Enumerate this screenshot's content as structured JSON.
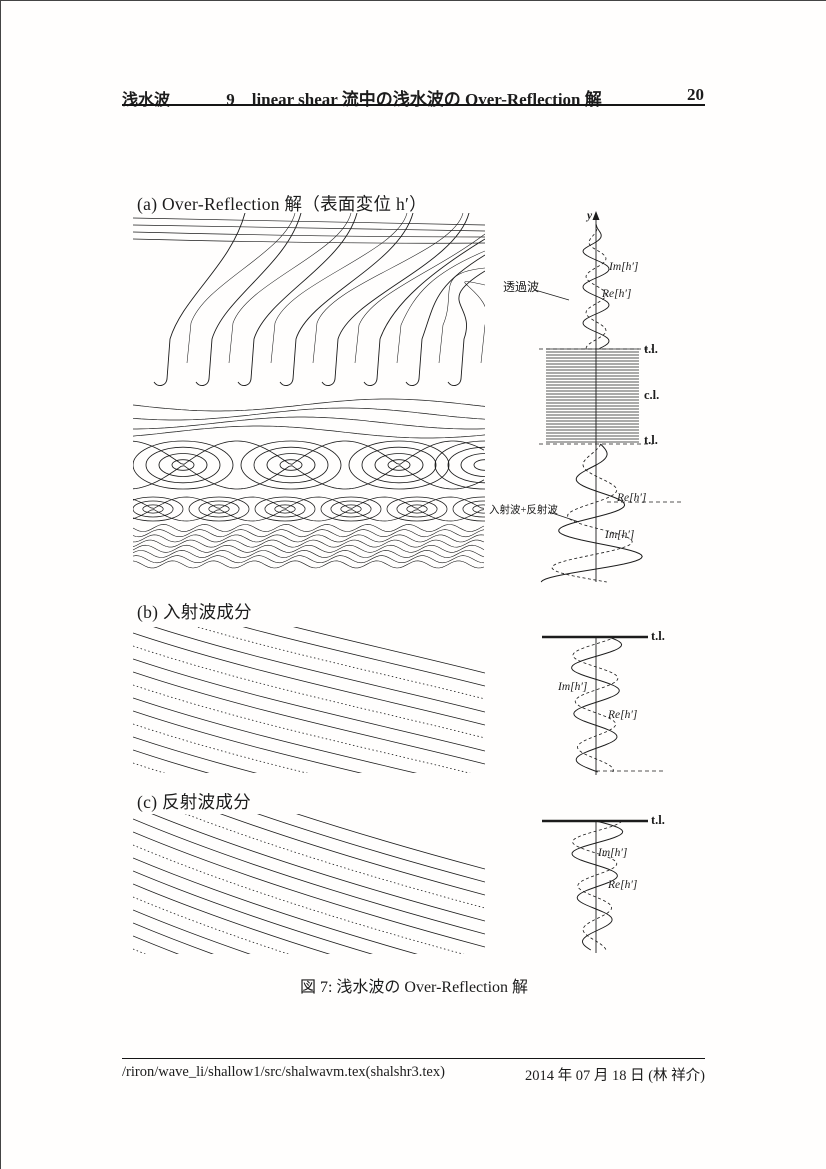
{
  "header": {
    "left": "浅水波",
    "center": "9　linear shear 流中の浅水波の Over-Reflection 解",
    "page_number": "20"
  },
  "figure": {
    "caption": "図 7: 浅水波の Over-Reflection 解",
    "panel_a": {
      "title": "(a) Over-Reflection 解（表面変位 h′）",
      "labels": {
        "y_axis": "y",
        "transmitted_wave": "透過波",
        "im_top": "Im[h′]",
        "re_top": "Re[h′]",
        "tl_upper": "t.l.",
        "cl": "c.l.",
        "tl_lower": "t.l.",
        "incident_plus_reflected": "入射波+反射波",
        "re_bottom": "Re[h′]",
        "im_bottom": "Im[h′]"
      }
    },
    "panel_b": {
      "title": "(b) 入射波成分",
      "labels": {
        "tl": "t.l.",
        "im": "Im[h′]",
        "re": "Re[h′]"
      }
    },
    "panel_c": {
      "title": "(c) 反射波成分",
      "labels": {
        "tl": "t.l.",
        "im": "Im[h′]",
        "re": "Re[h′]"
      }
    }
  },
  "footer": {
    "left": "/riron/wave_li/shallow1/src/shalwavm.tex(shalshr3.tex)",
    "right": "2014 年 07 月 18 日 (林 祥介)"
  },
  "colors": {
    "ink": "#1c1c1c",
    "paper": "#fffefd"
  }
}
